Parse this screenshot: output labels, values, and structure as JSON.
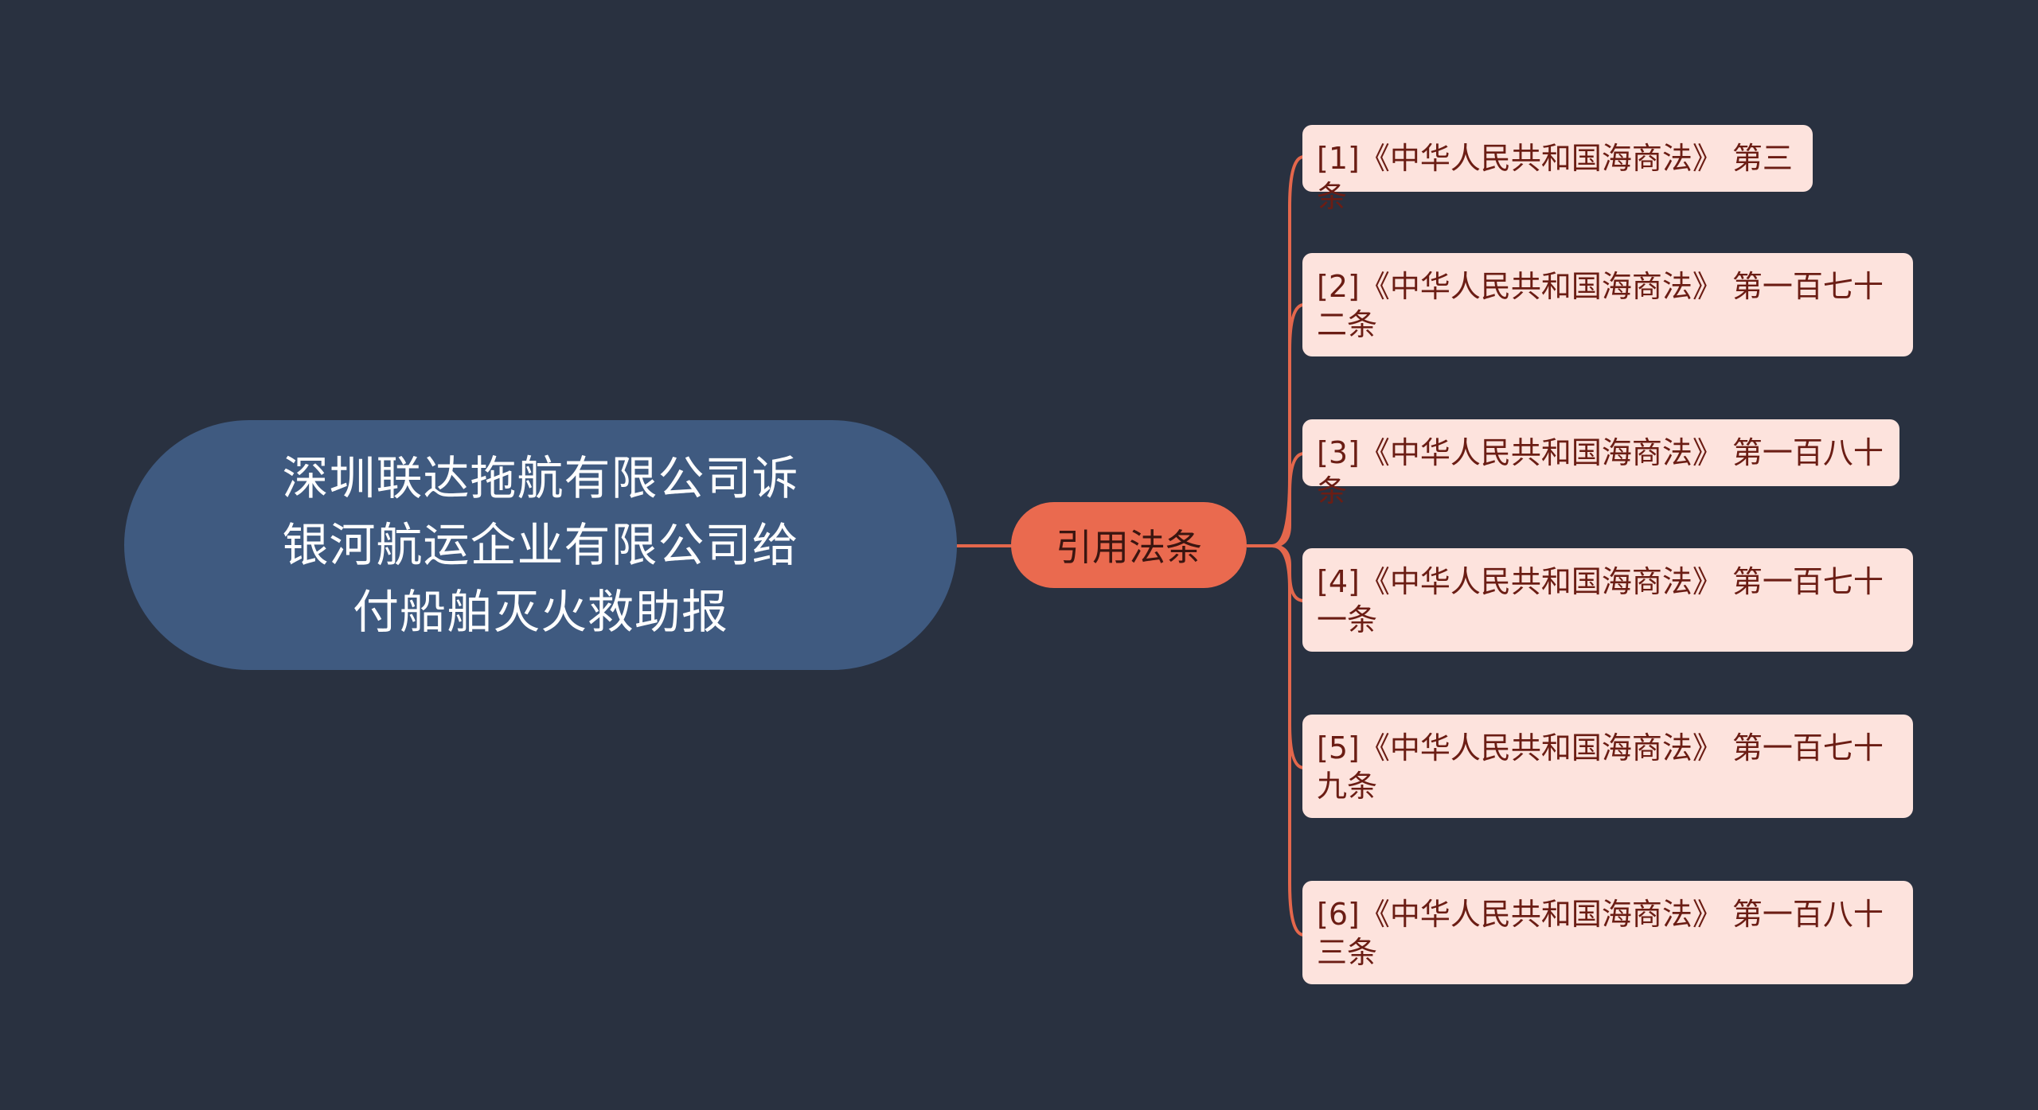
{
  "root": {
    "text": "深圳联达拖航有限公司诉银河航运企业有限公司给付船舶灭火救助报"
  },
  "branch": {
    "text": "引用法条"
  },
  "leaves": [
    {
      "text": "[1]《中华人民共和国海商法》 第三条"
    },
    {
      "text": "[2]《中华人民共和国海商法》 第一百七十二条"
    },
    {
      "text": "[3]《中华人民共和国海商法》 第一百八十条"
    },
    {
      "text": "[4]《中华人民共和国海商法》 第一百七十一条"
    },
    {
      "text": "[5]《中华人民共和国海商法》 第一百七十九条"
    },
    {
      "text": "[6]《中华人民共和国海商法》 第一百八十三条"
    }
  ],
  "colors": {
    "background": "#293140",
    "root_fill": "#3f5a80",
    "branch_fill": "#ea6a4f",
    "leaf_fill": "#fde3dd",
    "connector": "#e4674c"
  }
}
